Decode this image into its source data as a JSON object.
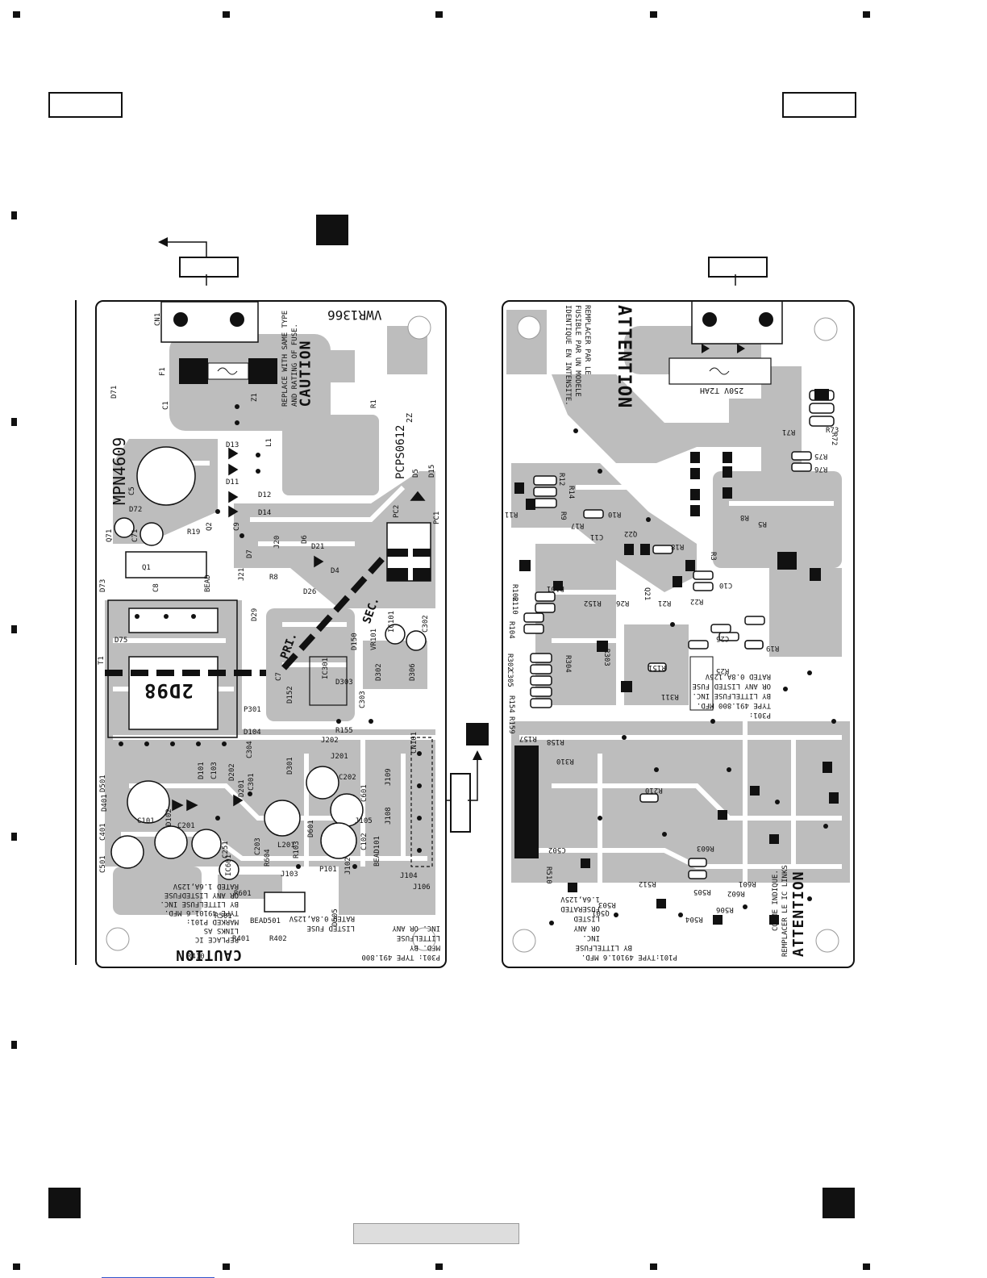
{
  "left_board": {
    "part_number": "VWR1366",
    "board_code": "PCPS0612",
    "board_rev": "2Z",
    "marking_id": "MPN4609",
    "transformer": "2D98",
    "caution_title": "CAUTION",
    "caution_text_1": "REPLACE WITH SAME TYPE",
    "caution_text_2": "AND RATING OF FUSE.",
    "pri_label": "PRI.",
    "sec_label": "SEC.",
    "conn_top": "CN1",
    "conn_side": "CN101",
    "bottom_caution_title": "CAUTION",
    "bottom_caution_lines": [
      "REPLACE IC",
      "LINKS AS",
      "MARKED P101:",
      "TYPE 49101.6 MFD.",
      "BY LITTELFUSE INC.",
      "OR ANY LISTEDFUSE",
      "RATED 1.6A,125V"
    ],
    "fuse_note_lines": [
      "P301: TYPE 491.800",
      "MFD. BY",
      "LITTELFUSE",
      "INC. OR ANY",
      "LISTED FUSE",
      "RATED 0.8A,125V"
    ],
    "component_labels": [
      "F1",
      "Z1",
      "R1",
      "C1",
      "L1",
      "D71",
      "D13",
      "D11",
      "D12",
      "D14",
      "C5",
      "D72",
      "Q71",
      "C71",
      "R19",
      "Q2",
      "C9",
      "D7",
      "J20",
      "D6",
      "D21",
      "D4",
      "D26",
      "R8",
      "J21",
      "Q1",
      "C8",
      "BEAD",
      "D73",
      "D75",
      "T1",
      "D29",
      "PC2",
      "PC1",
      "D5",
      "D15",
      "D150",
      "VR101",
      "IC101",
      "C302",
      "D306",
      "D302",
      "D303",
      "C303",
      "IC301",
      "D152",
      "C7",
      "P301",
      "R155",
      "D104",
      "C304",
      "J202",
      "J201",
      "D301",
      "C301",
      "D201",
      "D202",
      "D101",
      "C103",
      "D102",
      "C101",
      "D501",
      "D401",
      "C401",
      "C501",
      "C201",
      "C251",
      "C203",
      "L201",
      "R103",
      "D601",
      "C601",
      "C202",
      "J109",
      "J108",
      "J105",
      "C102",
      "P101",
      "J102",
      "BEAD101",
      "IC601",
      "R604",
      "R601",
      "J103",
      "J104",
      "J106",
      "R501",
      "BEAD501",
      "R401",
      "R402",
      "D505",
      "R410"
    ]
  },
  "right_board": {
    "attention_top_title": "ATTENTION",
    "attention_top_lines": [
      "REMPLACER PAR LE",
      "FUSIBLE PAR UN MODELE",
      "IDENTIQUE EN INTENSITE."
    ],
    "fuse_rating": "250V T2AH",
    "attention_bottom_title": "ATTENTION",
    "attention_bottom_lines": [
      "REMPLACER LE IC LINKS",
      "COMME INDIQUE."
    ],
    "p301_lines": [
      "P301:",
      "TYPE 491.800 MFD.",
      "BY LITTELFUSE INC.",
      "OR ANY LISTED FUSE",
      "RATED 0.8A,125V"
    ],
    "p101_lines": [
      "P101:TYPE 49101.6 MFD.",
      "BY LITTELFUSE",
      "INC.",
      "OR ANY",
      "LISTED",
      "FUSERATED",
      "1.6A,125V"
    ],
    "component_labels": [
      "R71",
      "R72",
      "R73",
      "R75",
      "R76",
      "R12",
      "R14",
      "R11",
      "R9",
      "R17",
      "R10",
      "C11",
      "Q22",
      "R18",
      "R3",
      "R5",
      "R8",
      "R101",
      "R102",
      "C10",
      "R110",
      "R152",
      "R26",
      "R21",
      "Q21",
      "R22",
      "R104",
      "C25",
      "R19",
      "R25",
      "R304",
      "R303",
      "R302",
      "C305",
      "R151",
      "R311",
      "R154",
      "R159",
      "R157",
      "R158",
      "R310",
      "R210",
      "C502",
      "R510",
      "R512",
      "R503",
      "R505",
      "R504",
      "R506",
      "R601",
      "R602",
      "R603",
      "Q501"
    ]
  },
  "header": {
    "left_box": "",
    "right_box": ""
  },
  "footer": {
    "page_box": ""
  }
}
